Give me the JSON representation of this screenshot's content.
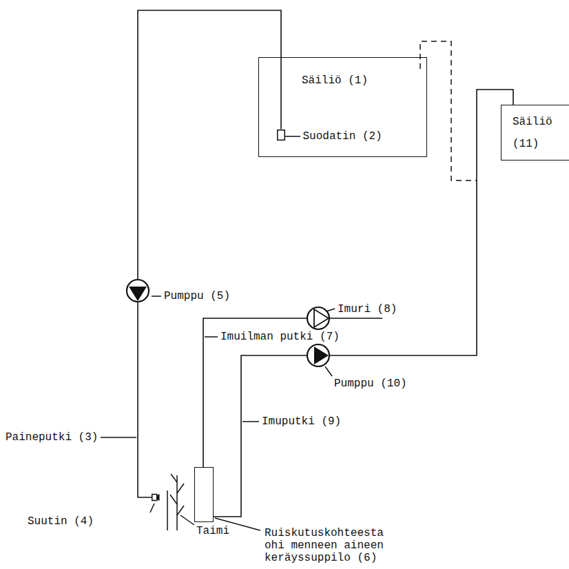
{
  "diagram": {
    "nodes": [
      {
        "text": [
          "Säiliö (1)"
        ]
      },
      {
        "text": [
          "Suodatin (2)"
        ],
        "in": 0
      },
      {
        "text": [
          "Säiliö (11)"
        ]
      },
      {
        "text": [
          "Pumppu (5)"
        ]
      },
      {
        "text": [
          "Imuri (8)"
        ]
      },
      {
        "text": [
          "Pumppu (10)"
        ]
      },
      {
        "text": [
          "Suutin (4)"
        ]
      },
      {
        "text": [
          "Ruiskutuskohteesta ohi menneen aineen keräyssuppilo (6)"
        ]
      }
    ],
    "edges": [
      {
        "from": 1,
        "to": 3,
        "arrow": "none"
      },
      {
        "from": 3,
        "to": 6,
        "arrow": "none"
      },
      {
        "from": 7,
        "to": 4,
        "arrow": "none"
      },
      {
        "from": 7,
        "to": 5,
        "arrow": "none"
      },
      {
        "from": 5,
        "to": 2,
        "arrow": "none"
      }
    ],
    "labels": [
      "Paineputki (3)",
      "Imuilman putki (7)",
      "Imuputki (9)",
      "Taimi"
    ]
  }
}
